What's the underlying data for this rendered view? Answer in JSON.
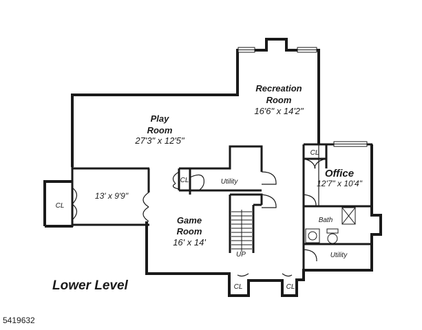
{
  "plan": {
    "title": "Lower Level",
    "listing_id": "5419632",
    "rooms": {
      "recreation": {
        "name_1": "Recreation",
        "name_2": "Room",
        "size": "16'6\" x 14'2\""
      },
      "play": {
        "name_1": "Play",
        "name_2": "Room",
        "size": "27'3\" x 12'5\""
      },
      "game": {
        "name_1": "Game",
        "name_2": "Room",
        "size": "16' x 14'"
      },
      "office": {
        "name": "Office",
        "size": "12'7\" x 10'4\""
      },
      "side_room": {
        "size": "13' x 9'9\""
      },
      "utility_center": "Utility",
      "utility_right": "Utility",
      "bath": "Bath",
      "stairs": "UP"
    },
    "closets": {
      "left": "CL",
      "center": "CL",
      "office": "CL",
      "bottom_left": "CL",
      "bottom_right": "CL"
    }
  }
}
